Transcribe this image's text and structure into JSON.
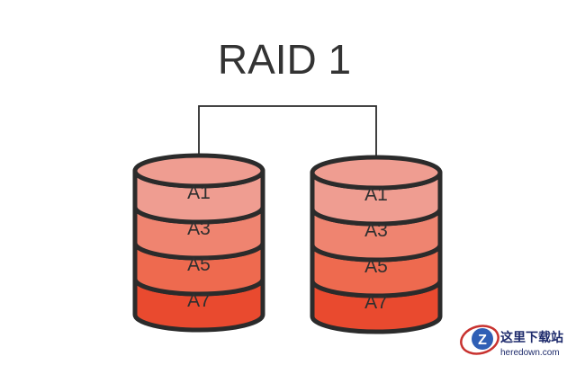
{
  "title": "RAID 1",
  "colors": {
    "outline": "#2b2b2b",
    "top_fill": "#ef9d91",
    "seg1": "#ef9d91",
    "seg2": "#ef8470",
    "seg3": "#ee6a4f",
    "seg4": "#e94a2f",
    "text": "#2f2f2f",
    "connector": "#2b2b2b"
  },
  "disks": [
    {
      "blocks": [
        "A1",
        "A3",
        "A5",
        "A7"
      ]
    },
    {
      "blocks": [
        "A1",
        "A3",
        "A5",
        "A7"
      ]
    }
  ],
  "watermark": {
    "logo_letter": "Z",
    "site_cn": "这里下载站",
    "site_en": "heredown.com"
  }
}
